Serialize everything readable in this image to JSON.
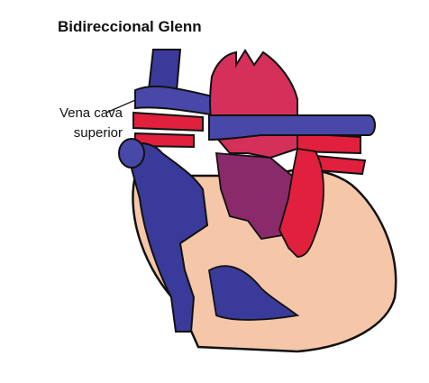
{
  "title": "Bidireccional Glenn",
  "label": {
    "line1": "Vena cava",
    "line2": "superior"
  },
  "colors": {
    "deoxygenated_blood": "#3a3a9a",
    "oxygenated_blood": "#e0203c",
    "aorta": "#d4305a",
    "myocardium": "#f5c6a8",
    "outline": "#111111"
  }
}
